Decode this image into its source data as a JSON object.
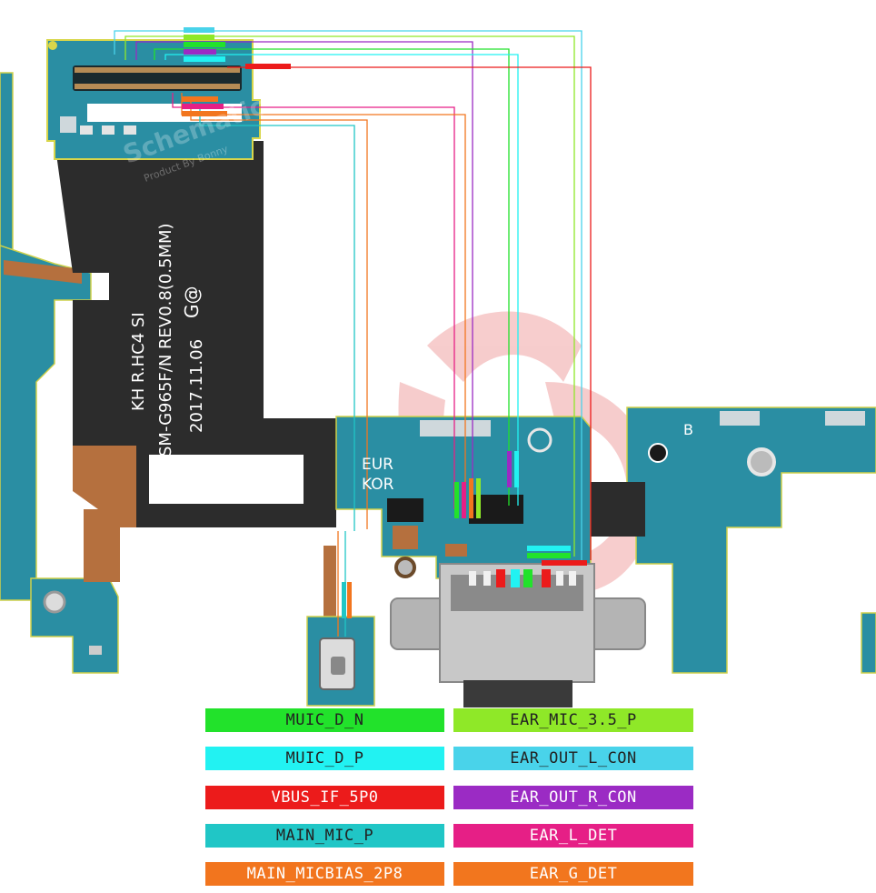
{
  "board": {
    "model": "SM-G965F/N REV0.8(0.5MM)",
    "code": "KH R.HC4 SI",
    "date": "2017.11.06",
    "region_1": "EUR",
    "region_2": "KOR",
    "antenna_mark": "B",
    "watermark_1": "Schematic",
    "watermark_2": "Product By Bonny",
    "logo_mark": "G@"
  },
  "legend": [
    {
      "label": "MUIC_D_N",
      "color": "#22e22b",
      "text_color": "#222222"
    },
    {
      "label": "EAR_MIC_3.5_P",
      "color": "#8fe828",
      "text_color": "#222222"
    },
    {
      "label": "MUIC_D_P",
      "color": "#22f2f2",
      "text_color": "#222222"
    },
    {
      "label": "EAR_OUT_L_CON",
      "color": "#49d3ea",
      "text_color": "#222222"
    },
    {
      "label": "VBUS_IF_5P0",
      "color": "#ec1b1b",
      "text_color": "#ffffff"
    },
    {
      "label": "EAR_OUT_R_CON",
      "color": "#9b2bc4",
      "text_color": "#ffffff"
    },
    {
      "label": "MAIN_MIC_P",
      "color": "#20c6c6",
      "text_color": "#222222"
    },
    {
      "label": "EAR_L_DET",
      "color": "#e61f86",
      "text_color": "#ffffff"
    },
    {
      "label": "MAIN_MICBIAS_2P8",
      "color": "#f2751e",
      "text_color": "#ffffff"
    },
    {
      "label": "EAR_G_DET",
      "color": "#f2761e",
      "text_color": "#ffffff"
    }
  ]
}
